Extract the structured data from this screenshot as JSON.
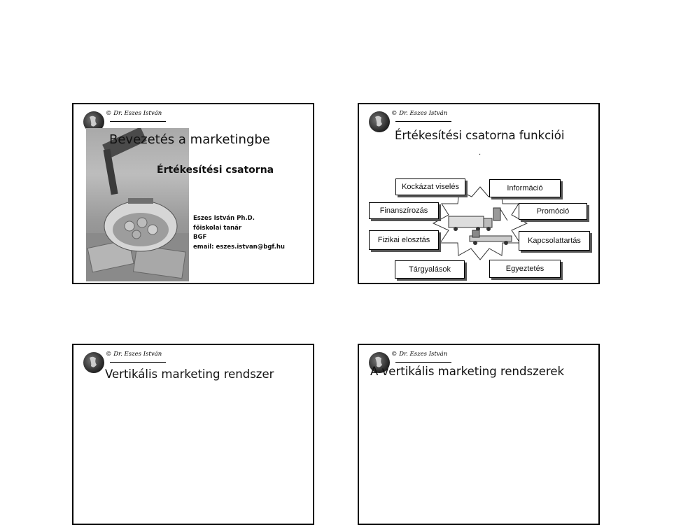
{
  "slides": [
    {
      "copyright": "© Dr. Eszes István",
      "title": "Bevezetés a marketingbe",
      "subtitle": "Értékesítési csatorna",
      "author": {
        "name": "Eszes István Ph.D.",
        "position": "főiskolai tanár",
        "institution": "BGF",
        "email": "email: eszes.istvan@bgf.hu"
      }
    },
    {
      "copyright": "© Dr. Eszes István",
      "title": "Értékesítési csatorna funkciói",
      "functions": {
        "risk": "Kockázat viselés",
        "information": "Információ",
        "financing": "Finanszírozás",
        "promotion": "Promóció",
        "physical_distribution": "Fizikai elosztás",
        "contact": "Kapcsolattartás",
        "negotiation": "Tárgyalások",
        "matching": "Egyeztetés"
      }
    },
    {
      "copyright": "© Dr. Eszes István",
      "title": "Vertikális marketing rendszer"
    },
    {
      "copyright": "© Dr. Eszes István",
      "title": "A vertikális marketing rendszerek"
    }
  ]
}
